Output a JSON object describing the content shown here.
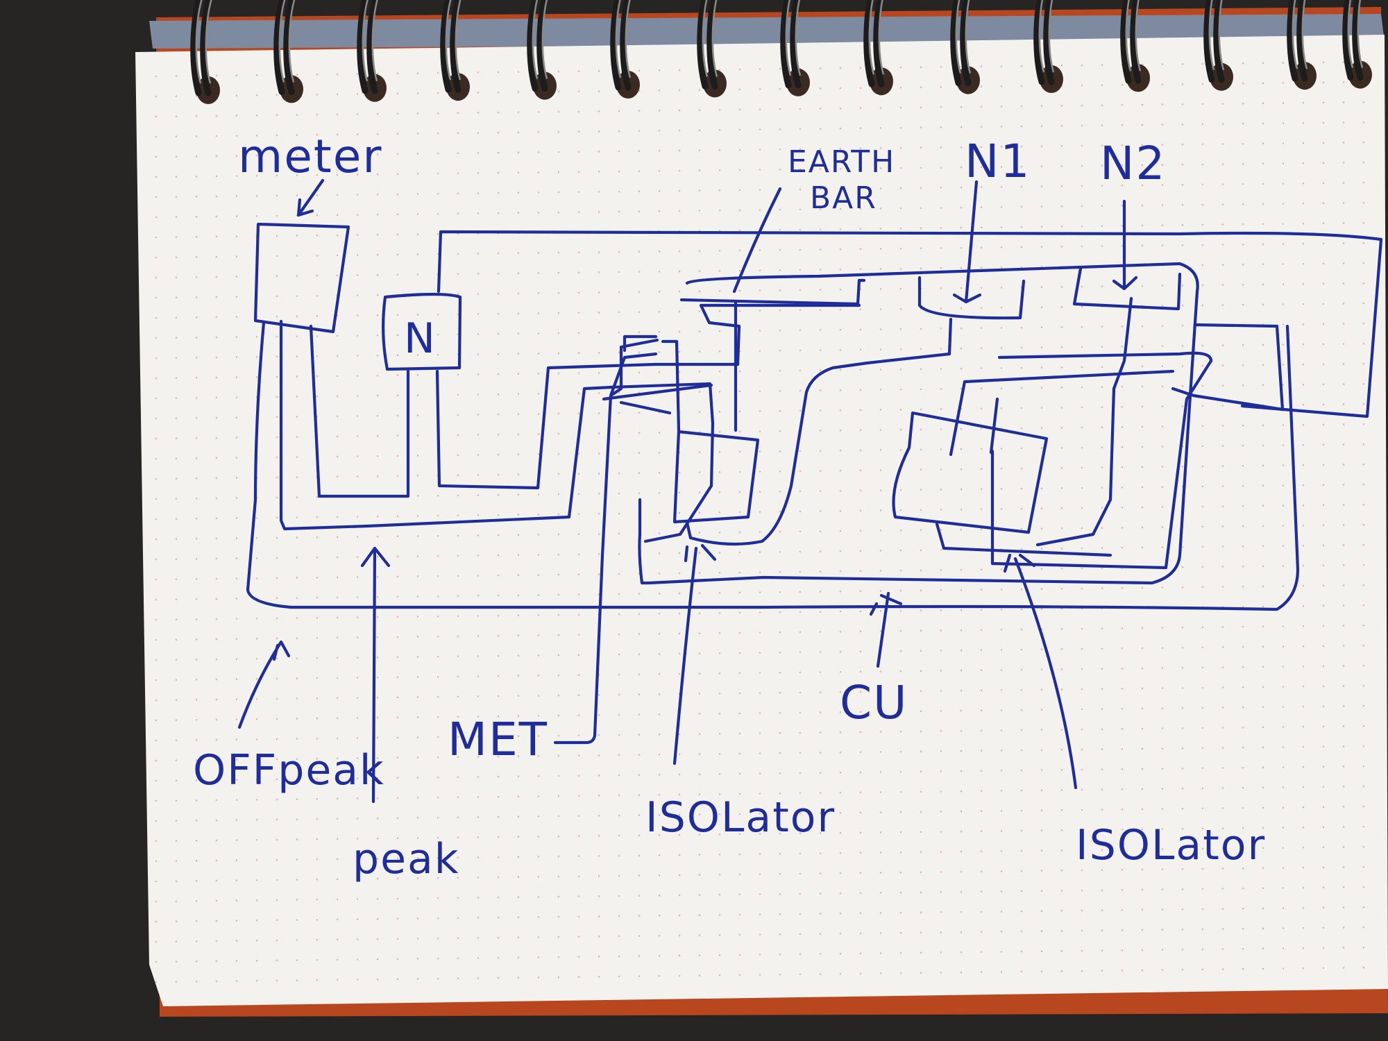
{
  "labels": {
    "meter": "meter",
    "neutral_block": "N",
    "earth_bar_line1": "EARTH",
    "earth_bar_line2": "BAR",
    "n1": "N1",
    "n2": "N2",
    "offpeak": "OFFpeak",
    "peak": "peak",
    "met": "MET",
    "isolator_1": "ISOLator",
    "cu": "CU",
    "isolator_2": "ISOLator"
  },
  "colors": {
    "ink": "#1f2d9a",
    "paper": "#f4f2ee",
    "background": "#2b2a28",
    "notebook_cover": "#b8461f",
    "spiral": "#1c1c1c",
    "dot_grid": "#c98a7a"
  }
}
